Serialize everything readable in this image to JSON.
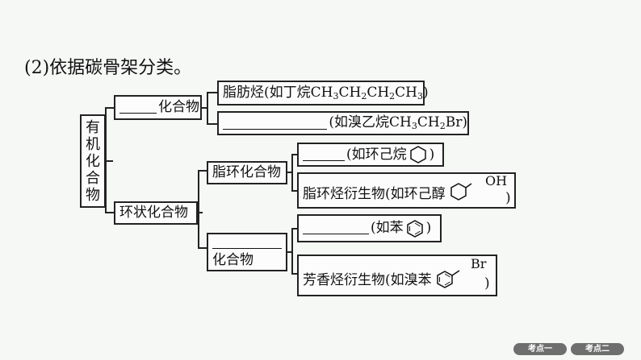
{
  "title": "(2)依据碳骨架分类。",
  "root": [
    "有",
    "机",
    "化",
    "合",
    "物"
  ],
  "chain": {
    "label": "化合物",
    "aliphatic_hydrocarbon": {
      "text": "脂肪烃(如丁烷CH",
      "f1": "CH",
      "f2": "CH",
      "end": ")",
      "sub3": "3",
      "sub2": "2"
    },
    "derivative": {
      "text": "(如溴乙烷CH",
      "mid": "CH",
      "end": "Br)"
    }
  },
  "cyclic": {
    "label": "环状化合物",
    "alicyclic": {
      "label": "脂环化合物",
      "hydrocarbon": {
        "text": "(如环己烷",
        "end": ")"
      },
      "derivative": {
        "text": "脂环烃衍生物(如环己醇",
        "oh": "OH",
        "end": ")"
      }
    },
    "aromatic": {
      "label": "化合物",
      "hydrocarbon": {
        "text": "(如苯",
        "end": ")"
      },
      "derivative": {
        "text": "芳香烃衍生物(如溴苯",
        "br": "Br",
        "end": ")"
      }
    }
  },
  "nav": [
    "考点一",
    "考点二"
  ]
}
